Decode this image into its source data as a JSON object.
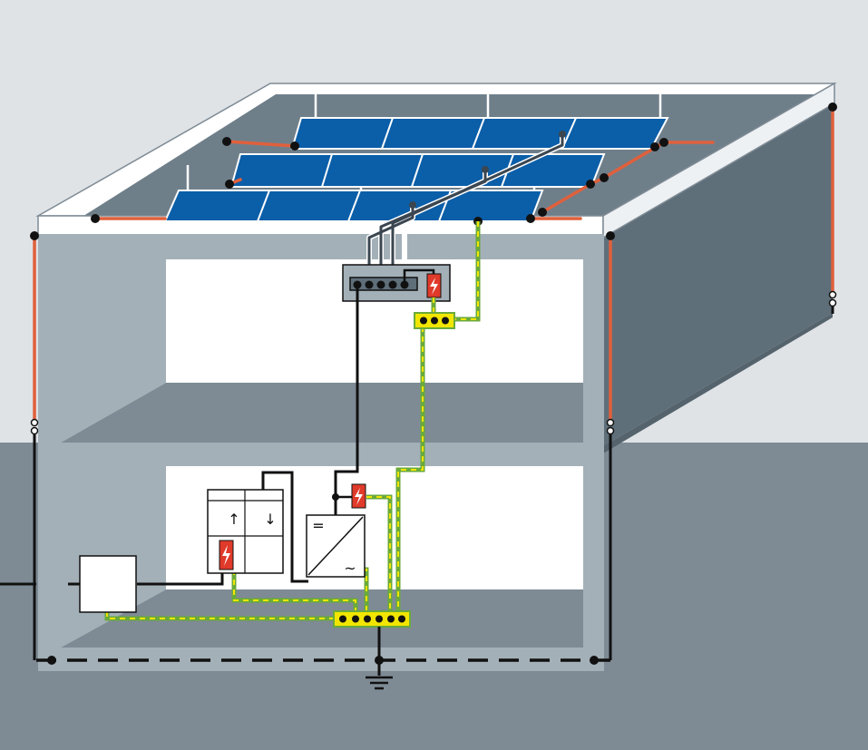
{
  "diagram": {
    "colors": {
      "sky": "#dfe3e6",
      "ground": "#7e8b95",
      "building_frame": "#a3b0b8",
      "room_interior": "#ffffff",
      "floor_slab": "#7e8b95",
      "side_wall": "#5f6f7a",
      "roof_surface": "#6f7f8a",
      "parapet": "#ffffff",
      "solar_panel": "#0b5ea8",
      "air_termination_conductor": "#e0603c",
      "dc_cable": "#111111",
      "equipotential_conductor_green": "#6aaa3c",
      "equipotential_conductor_yellow": "#f2e500",
      "surge_protective_device": "#e03a2a",
      "earth_electrode": "#111111"
    },
    "symbols": {
      "inverter_dc": "=",
      "inverter_ac": "~",
      "meter_import": "↑",
      "meter_export": "↓"
    },
    "components": [
      {
        "name": "pv-array",
        "icon": "solar-panel-icon"
      },
      {
        "name": "generator-junction-box",
        "icon": "junction-box-icon"
      },
      {
        "name": "inverter",
        "icon": "inverter-icon"
      },
      {
        "name": "meter-cabinet",
        "icon": "meter-icon"
      },
      {
        "name": "house-connection-box",
        "icon": "box-icon"
      },
      {
        "name": "equipotential-bonding-bar",
        "icon": "terminal-bar-icon"
      },
      {
        "name": "surge-protective-device",
        "icon": "lightning-icon"
      },
      {
        "name": "earth-termination",
        "icon": "ground-icon"
      }
    ]
  }
}
